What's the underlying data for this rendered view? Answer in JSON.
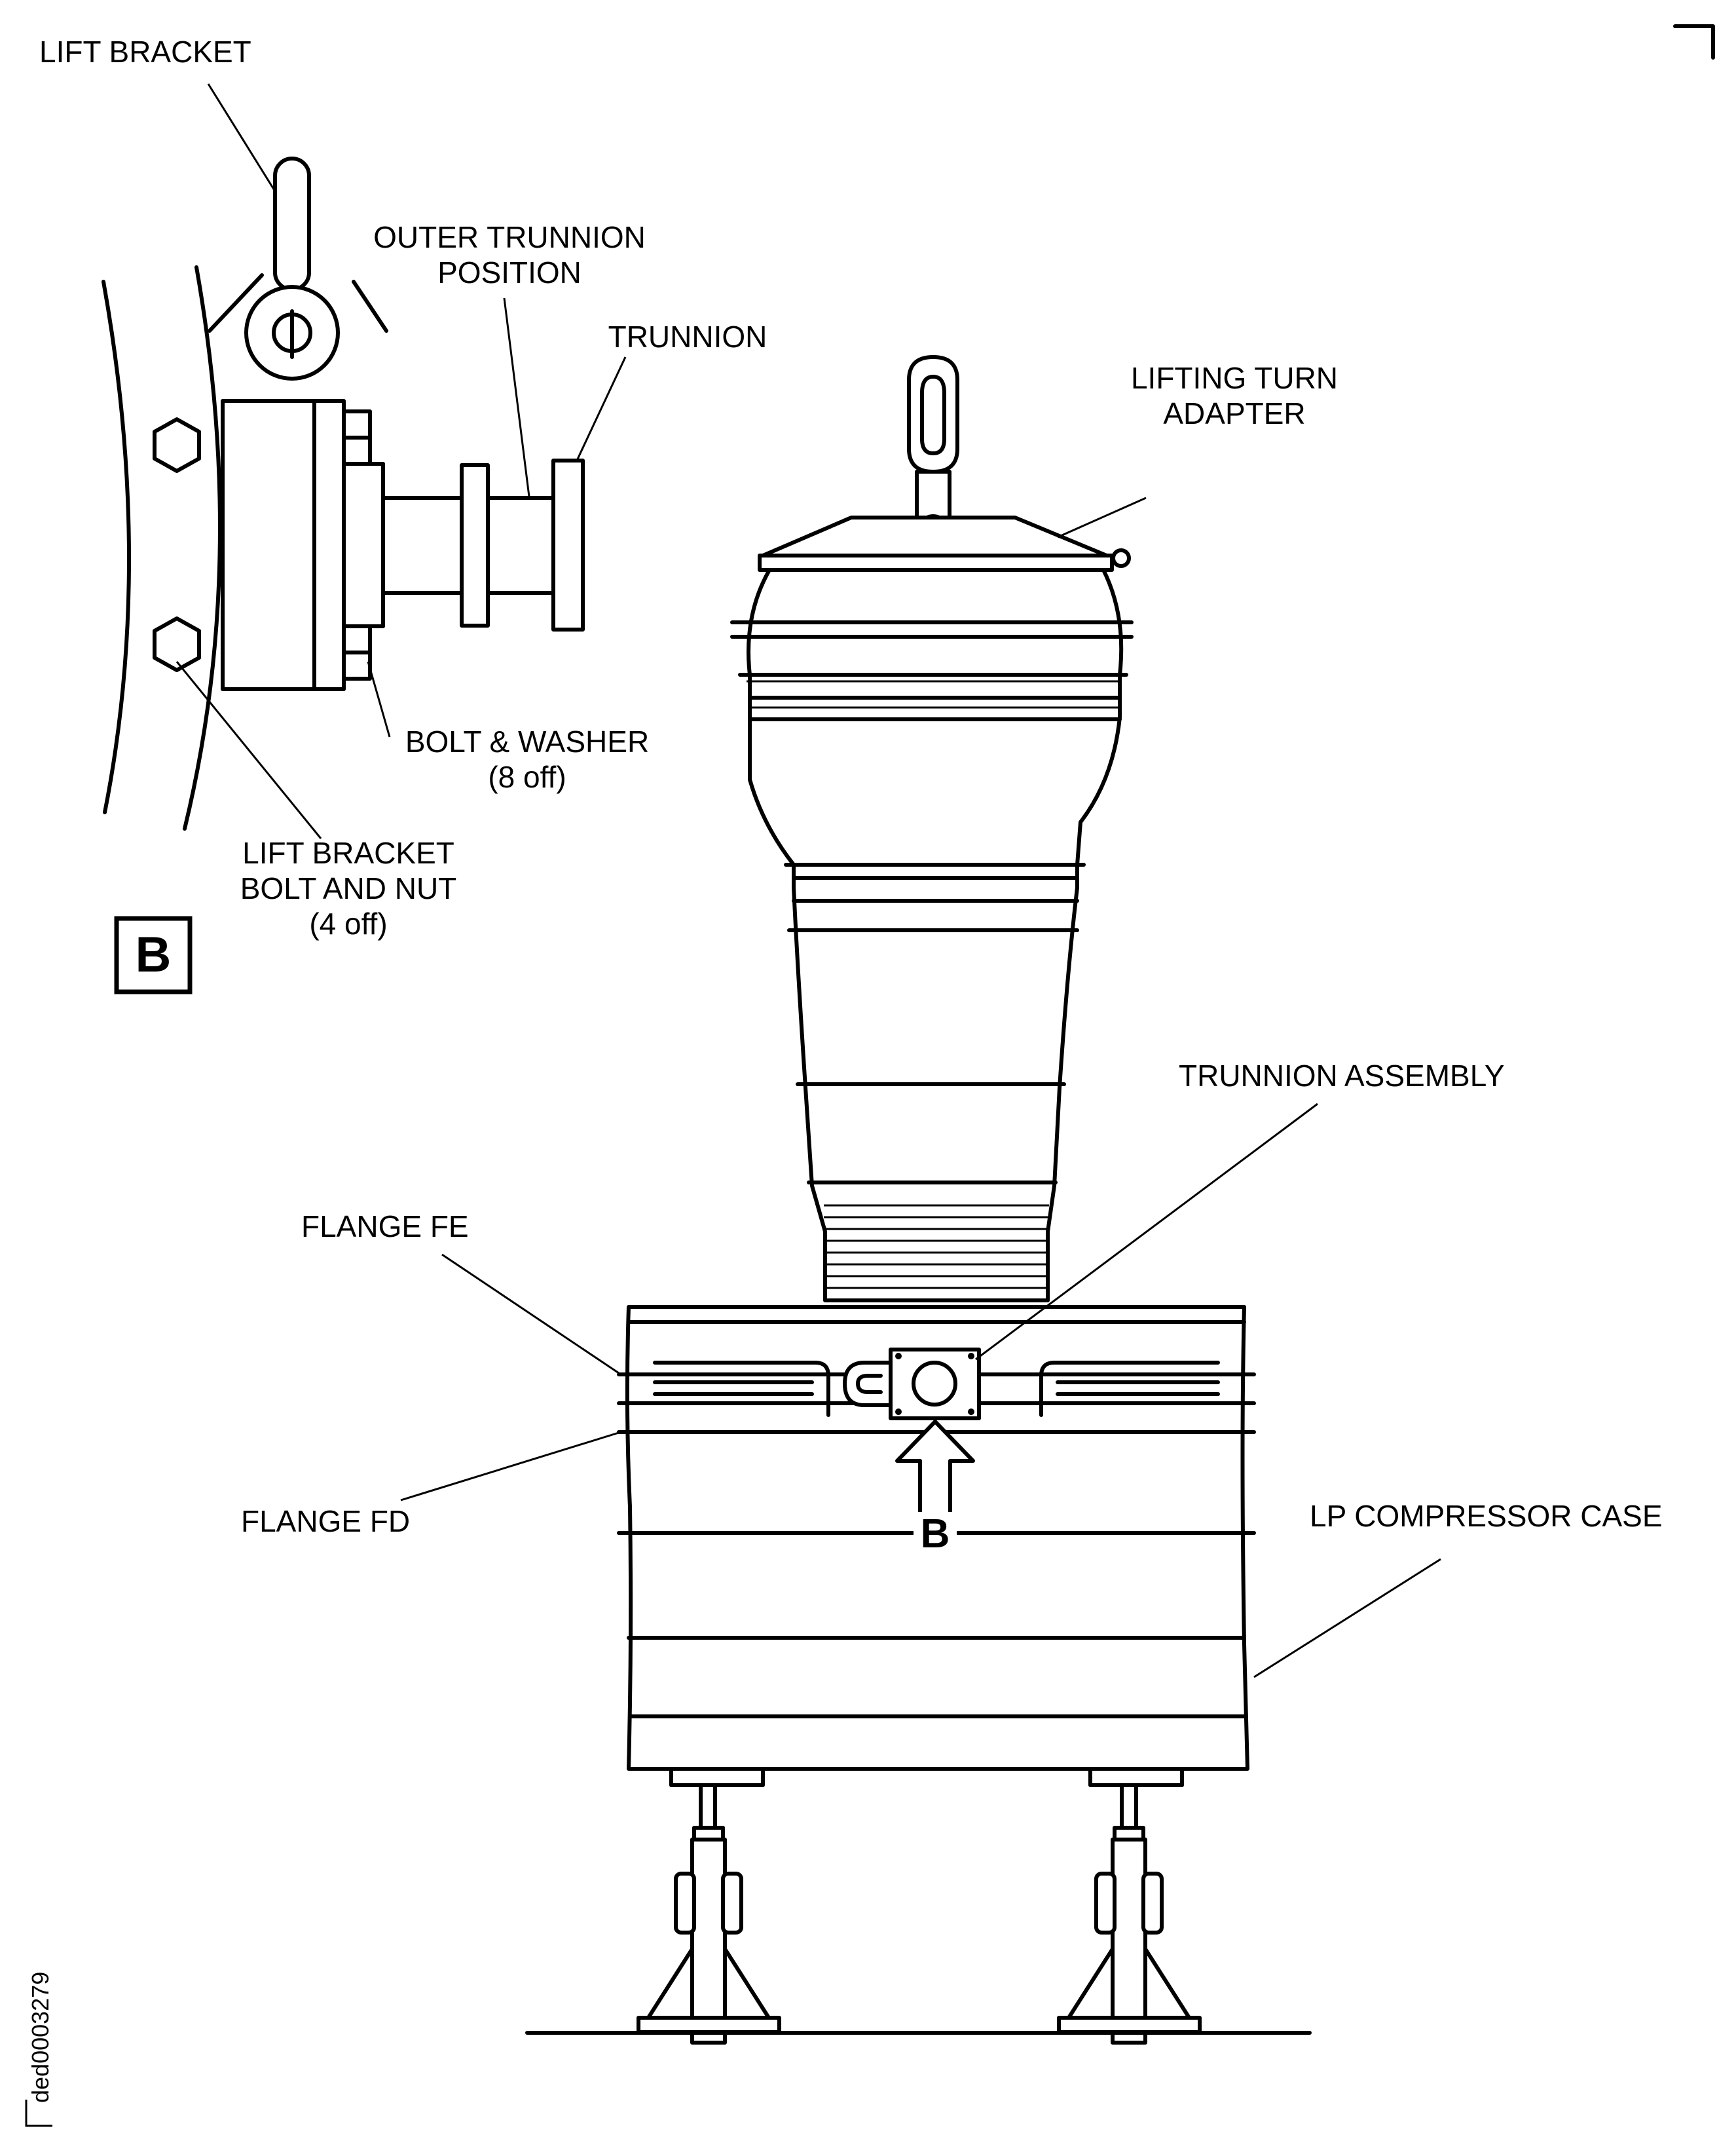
{
  "labels": {
    "lift_bracket": "LIFT BRACKET",
    "outer_trunnion_1": "OUTER TRUNNION",
    "outer_trunnion_2": "POSITION",
    "trunnion": "TRUNNION",
    "bolt_washer_1": "BOLT & WASHER",
    "bolt_washer_2": "(8 off)",
    "lift_bolt_1": "LIFT BRACKET",
    "lift_bolt_2": "BOLT AND NUT",
    "lift_bolt_3": "(4 off)",
    "view_letter": "B",
    "lifting_adapter_1": "LIFTING TURN",
    "lifting_adapter_2": "ADAPTER",
    "trunnion_assembly": "TRUNNION ASSEMBLY",
    "flange_fe": "FLANGE FE",
    "flange_fd": "FLANGE FD",
    "view_arrow_letter": "B",
    "lp_case": "LP COMPRESSOR CASE",
    "reference": "ded0003279"
  }
}
